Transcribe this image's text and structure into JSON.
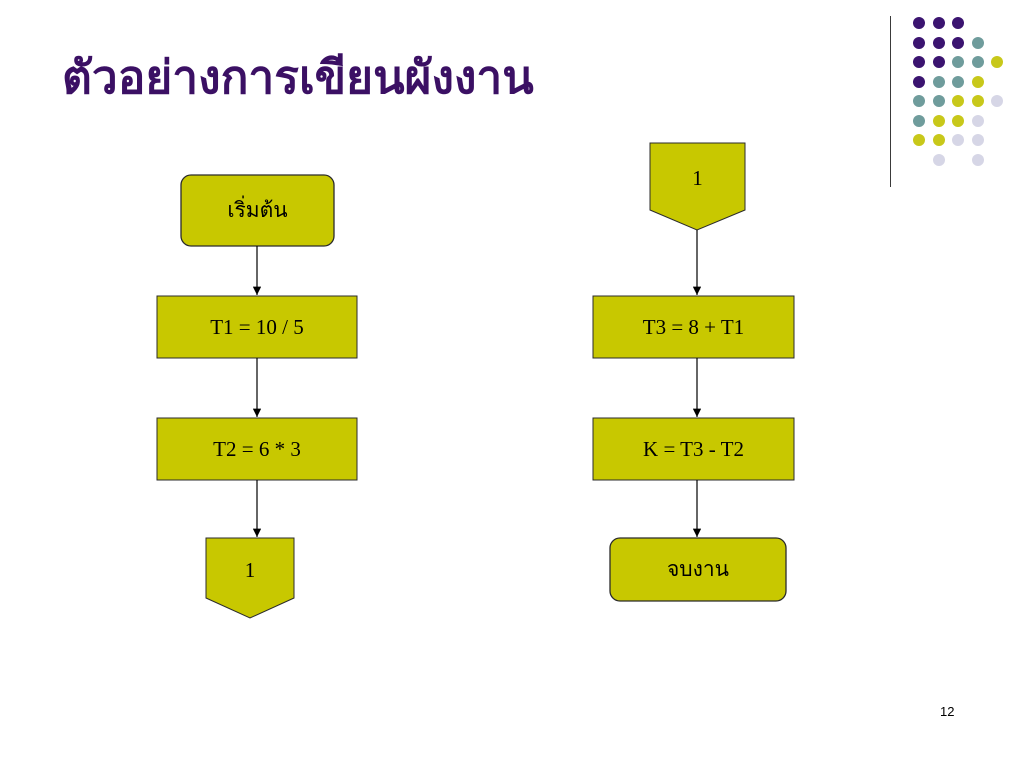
{
  "slide": {
    "title": "ตัวอย่างการเขียนผังงาน",
    "page_number": "12"
  },
  "colors": {
    "title": "#3b1064",
    "process_fill": "#c8c800",
    "terminal_fill": "#c8c800",
    "connector_fill": "#c8c800",
    "stroke": "#2b2b2b",
    "dot_purple": "#3b1470",
    "dot_teal": "#6f9c9c",
    "dot_yellow": "#c8c81a",
    "dot_lavender": "#d6d6e6"
  },
  "decoration": {
    "dot_grid": [
      [
        "purple",
        "purple",
        "purple",
        "",
        ""
      ],
      [
        "purple",
        "purple",
        "purple",
        "teal",
        ""
      ],
      [
        "purple",
        "purple",
        "teal",
        "teal",
        "yellow"
      ],
      [
        "purple",
        "teal",
        "teal",
        "yellow",
        ""
      ],
      [
        "teal",
        "teal",
        "yellow",
        "yellow",
        "lavender"
      ],
      [
        "teal",
        "yellow",
        "yellow",
        "lavender",
        ""
      ],
      [
        "yellow",
        "yellow",
        "lavender",
        "lavender",
        ""
      ],
      [
        "",
        "lavender",
        "",
        "lavender",
        ""
      ]
    ]
  },
  "flowchart": {
    "left": {
      "start": "เริ่มต้น",
      "step1": "T1 = 10 / 5",
      "step2": "T2 = 6 * 3",
      "connector": "1"
    },
    "right": {
      "connector": "1",
      "step1": "T3 = 8 + T1",
      "step2": "K = T3 - T2",
      "end": "จบงาน"
    }
  }
}
